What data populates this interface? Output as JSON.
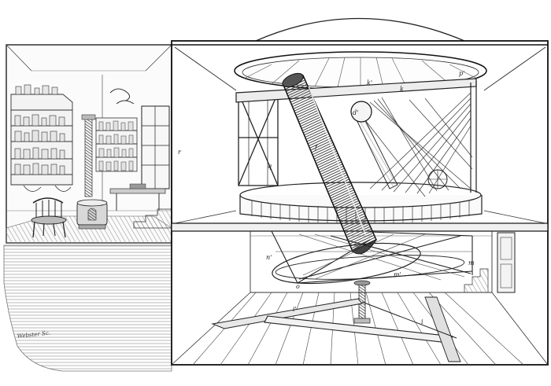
{
  "illustration": {
    "signature": "Webster Sc.",
    "labels": {
      "k_prime": "k'",
      "k": "k",
      "p_prime": "p'",
      "d_prime": "d'",
      "q": "q",
      "f": "f",
      "r": "r",
      "n_prime": "n'",
      "m_prime": "m'",
      "m": "m",
      "i_prime": "i'",
      "i": "i",
      "o": "o"
    }
  }
}
